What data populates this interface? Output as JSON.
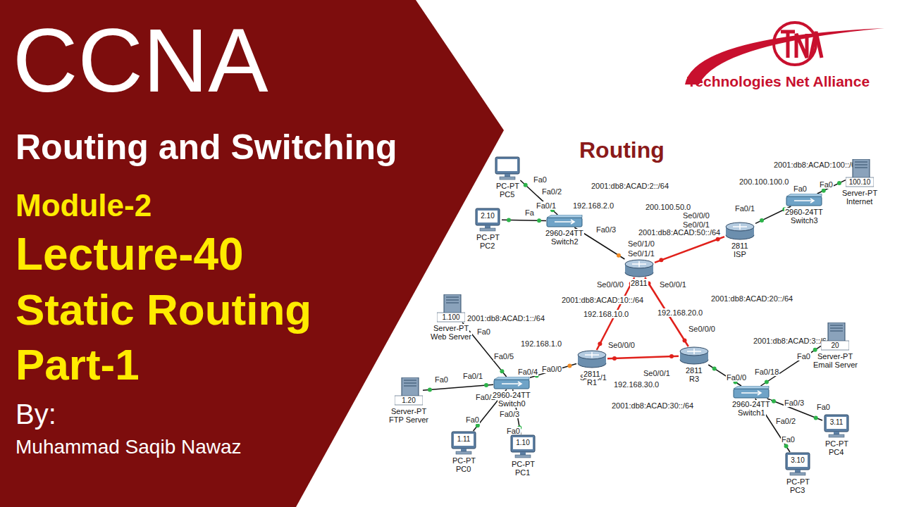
{
  "diagram": {
    "title": "CCNA",
    "nodes": [
      {
        "text": [
          "PC-PT",
          "PC5"
        ]
      },
      {
        "text": [
          "2.10",
          "PC-PT",
          "PC2"
        ]
      },
      {
        "text": [
          "2960-24TT",
          "Switch2"
        ]
      },
      {
        "text": [
          "2811"
        ]
      },
      {
        "text": [
          "2811",
          "ISP"
        ]
      },
      {
        "text": [
          "2960-24TT",
          "Switch3"
        ]
      },
      {
        "text": [
          "100.10",
          "Server-PT",
          "Internet"
        ]
      },
      {
        "text": [
          "1.100",
          "Server-PT",
          "Web Server"
        ]
      },
      {
        "text": [
          "1.20",
          "Server-PT",
          "FTP Server"
        ]
      },
      {
        "text": [
          "2960-24TT",
          "Switch0"
        ]
      },
      {
        "text": [
          "1.11",
          "PC-PT",
          "PC0"
        ]
      },
      {
        "text": [
          "1.10",
          "PC-PT",
          "PC1"
        ]
      },
      {
        "text": [
          "2811",
          "R1"
        ]
      },
      {
        "text": [
          "2811",
          "R3"
        ]
      },
      {
        "text": [
          "2960-24TT",
          "Switch1"
        ]
      },
      {
        "text": [
          "20",
          "Server-PT",
          "Email Server"
        ]
      },
      {
        "text": [
          "3.11",
          "PC-PT",
          "PC4"
        ]
      },
      {
        "text": [
          "3.10",
          "PC-PT",
          "PC3"
        ]
      }
    ],
    "edges": [
      {
        "from": 0,
        "to": 2,
        "arrow": "none"
      },
      {
        "from": 1,
        "to": 2,
        "arrow": "none"
      },
      {
        "from": 2,
        "to": 3,
        "arrow": "none"
      },
      {
        "from": 3,
        "to": 4,
        "arrow": "none"
      },
      {
        "from": 4,
        "to": 5,
        "arrow": "none"
      },
      {
        "from": 5,
        "to": 6,
        "arrow": "none"
      },
      {
        "from": 3,
        "to": 12,
        "arrow": "none"
      },
      {
        "from": 3,
        "to": 13,
        "arrow": "none"
      },
      {
        "from": 12,
        "to": 13,
        "arrow": "none"
      },
      {
        "from": 7,
        "to": 9,
        "arrow": "none"
      },
      {
        "from": 8,
        "to": 9,
        "arrow": "none"
      },
      {
        "from": 10,
        "to": 9,
        "arrow": "none"
      },
      {
        "from": 11,
        "to": 9,
        "arrow": "none"
      },
      {
        "from": 9,
        "to": 12,
        "arrow": "none"
      },
      {
        "from": 13,
        "to": 14,
        "arrow": "none"
      },
      {
        "from": 14,
        "to": 15,
        "arrow": "none"
      },
      {
        "from": 14,
        "to": 16,
        "arrow": "none"
      },
      {
        "from": 14,
        "to": 17,
        "arrow": "none"
      }
    ],
    "labels": [
      "Routing and Switching",
      "Module-2",
      "Lecture-40",
      "Static Routing",
      "Part-1",
      "By:",
      "Muhammad Saqib Nawaz",
      "Technologies Net Alliance",
      "Routing",
      "Fa0",
      "Fa0/2",
      "Fa",
      "Fa0/1",
      "192.168.2.0",
      "2001:db8:ACAD:2::/64",
      "Fa0/3",
      "Se0/1/0",
      "Se0/1/1",
      "200.100.50.0",
      "2001:db8:ACAD:50::/64",
      "Se0/0/0",
      "Se0/0/1",
      "Fa0/1",
      "200.100.100.0",
      "Fa0",
      "Fa0",
      "2001:db8:ACAD:100::/64",
      "Se0/0/1",
      "Se0/0/0",
      "2001:db8:ACAD:10::/64",
      "2001:db8:ACAD:20::/64",
      "192.168.10.0",
      "192.168.20.0",
      "Se0/0/0",
      "2001:db8:ACAD:1::/64",
      "Fa0",
      "Fa0/5",
      "192.168.1.0",
      "Fa0/0",
      "Fa0/4",
      "Se0/0/0",
      "Se0/0/1",
      "Se0/0/1",
      "192.168.30.0",
      "2001:db8:ACAD:30::/64",
      "Fa0",
      "Fa0/1",
      "Fa0/2",
      "Fa0/3",
      "Fa0",
      "Fa0",
      "2001:db8:ACAD:3::/64",
      "Fa0",
      "Fa0/18",
      "Fa0/0",
      "Fa0/3",
      "Fa0",
      "Fa0/2",
      "Fa0"
    ]
  }
}
